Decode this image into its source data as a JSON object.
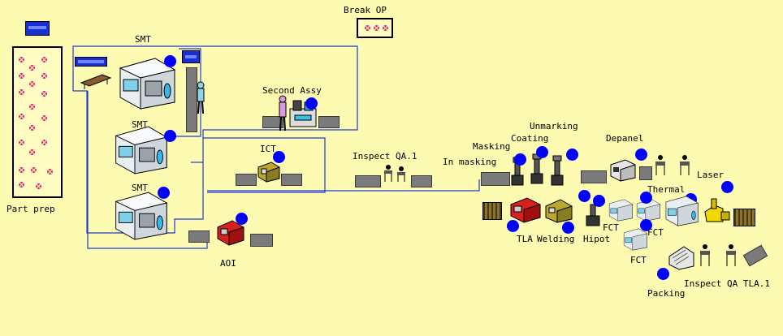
{
  "labels": {
    "break_op": "Break OP",
    "smt_top": "SMT",
    "smt_mid": "SMT",
    "smt_bot": "SMT",
    "part_prep": "Part prep",
    "second_assy": "Second Assy",
    "ict": "ICT",
    "aoi": "AOI",
    "inspect_qa1": "Inspect QA.1",
    "masking": "Masking",
    "in_masking": "In masking",
    "coating": "Coating",
    "unmarking": "Unmarking",
    "depanel": "Depanel",
    "thermal": "Thermal",
    "laser": "Laser",
    "tla": "TLA",
    "welding": "Welding",
    "hipot": "Hipot",
    "fct_a": "FCT",
    "fct_b": "FCT",
    "fct_c": "FCT",
    "packing": "Packing",
    "inspect_qa_tla1": "Inspect QA TLA.1"
  },
  "colors": {
    "background": "#fdfbb1",
    "status_dot": "#0000ff",
    "conveyor_line": "#1f3bd0",
    "part_marker": "#e0302a"
  },
  "icons": {
    "status": "blue-status-dot",
    "part": "red-x-part-marker",
    "machine": "smt-machine-icon"
  }
}
